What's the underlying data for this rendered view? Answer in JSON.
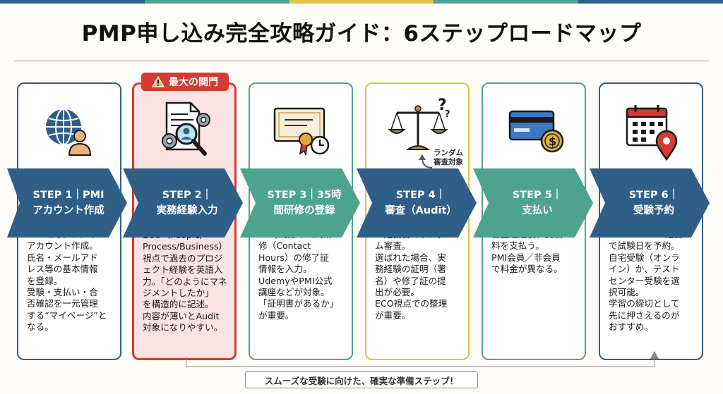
{
  "title": "PMP申し込み完全攻略ガイド：6ステップロードマップ",
  "colors": {
    "navy": "#2f5f86",
    "teal": "#4ea38f",
    "red": "#d33b33",
    "gold": "#e0c14a",
    "top_bar": [
      "#2f5f86",
      "#4ea38f",
      "#e0c14a",
      "#4ea38f",
      "#2f5f86"
    ]
  },
  "badge": {
    "label": "最大の関門",
    "icon": "warning-icon"
  },
  "random_label": "ランダム\n審査対象",
  "steps": [
    {
      "line1": "STEP 1｜PMI",
      "line2": "アカウント作成",
      "icon": "globe-user-icon",
      "band_color": "#2f5f86",
      "desc": "PMI公式サイトで\nアカウント作成。\n氏名・メールアド\nレス等の基本情報\nを登録。\n受験・支払い・合\n否確認を一元管理\nする“マイページ”と\nなる。"
    },
    {
      "line1": "STEP 2｜",
      "line2": "実務経験入力",
      "icon": "document-search-gear-icon",
      "band_color": "#2f5f86",
      "desc": "ECO（People/\nProcess/Business）\n視点で過去のプロジ\nェクト経験を英語入\n力。「どのようにマネ\nジメントしたか」\nを構造的に記述。\n内容が薄いとAudit\n対象になりやすい。"
    },
    {
      "line1": "STEP 3｜35時",
      "line2": "間研修の登録",
      "icon": "certificate-clock-icon",
      "band_color": "#4ea38f",
      "desc": "35時間分の公式研\n修（Contact\nHours）の修了証\n情報を入力。\nUdemyやPMI公式\n講座などが対象。\n「証明書があるか」\nが重要。"
    },
    {
      "line1": "STEP 4｜",
      "line2": "審査（Audit）",
      "icon": "scale-question-icon",
      "band_color": "#2f5f86",
      "desc": "一定割合でランダ\nム審査。\n選ばれた場合、実\n務経験の証明（署\n名）や修了証の提\n出が必要。\nECO視点での整理\nが重要。"
    },
    {
      "line1": "STEP 5｜",
      "line2": "支払い",
      "icon": "credit-card-coin-icon",
      "band_color": "#4ea38f",
      "desc": "審査通過後、受験\n料を支払う。\nPMI会員／非会員\nで料金が異なる。"
    },
    {
      "line1": "STEP 6｜",
      "line2": "受験予約",
      "icon": "calendar-pin-icon",
      "band_color": "#2f5f86",
      "desc": "Pearson VUE経由\nで試験日を予約。\n自宅受験（オンラ\nイン）か、テスト\nセンター受験を選\n択可能。\n学習の締切として\n先に押さえるのが\nおすすめ。"
    }
  ],
  "footer": "スムーズな受験に向けた、確実な準備ステップ！"
}
